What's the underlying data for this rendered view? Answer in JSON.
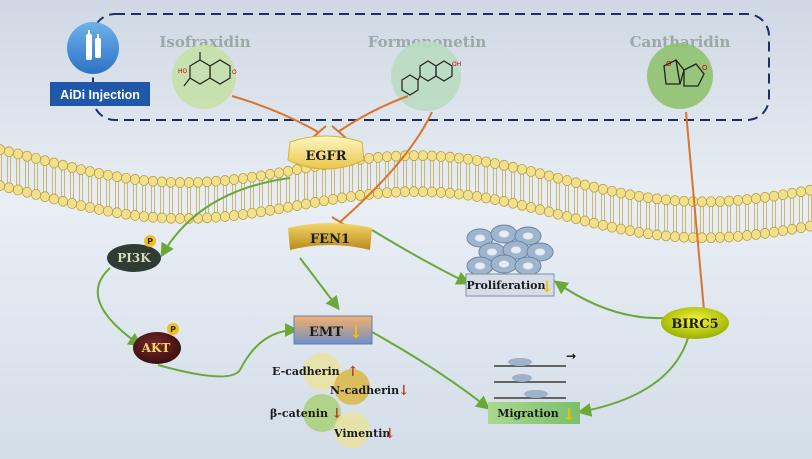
{
  "injection": {
    "label": "AiDi Injection",
    "icon": "syringe-icon"
  },
  "compounds": [
    {
      "id": "isofraxidin",
      "name": "Isofraxidin"
    },
    {
      "id": "formononetin",
      "name": "Formononetin"
    },
    {
      "id": "cantharidin",
      "name": "Cantharidin"
    }
  ],
  "nodes": {
    "egfr": "EGFR",
    "pi3k": "PI3K",
    "akt": "AKT",
    "fen1": "FEN1",
    "emt": "EMT",
    "birc5": "BIRC5",
    "proliferation": "Proliferation",
    "migration": "Migration",
    "phospho": "P"
  },
  "markers": [
    {
      "name": "E-cadherin",
      "change": "↑"
    },
    {
      "name": "N-cadherin",
      "change": "↓"
    },
    {
      "name": "β-catenin",
      "change": "↓"
    },
    {
      "name": "Vimentin",
      "change": "↓"
    }
  ],
  "down_arrow": "↓",
  "migration_direction": "→",
  "colors": {
    "activation": "#6aa83a",
    "inhibition": "#d9752c",
    "dashed_box": "#1c2f66",
    "emt_box": "#5b7fbf",
    "migration_box": "#8ec77a"
  }
}
